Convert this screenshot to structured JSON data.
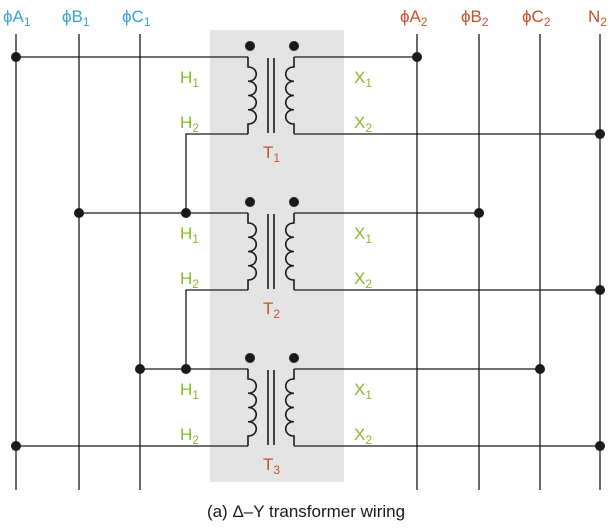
{
  "colors": {
    "primary_phase": "#3ba3cf",
    "secondary_phase": "#c8522a",
    "winding_label": "#8cb82a",
    "shading": "#e4e4e4",
    "ink": "#1a1a1a"
  },
  "primary_bus": [
    {
      "label": "ϕA",
      "sub": "1"
    },
    {
      "label": "ϕB",
      "sub": "1"
    },
    {
      "label": "ϕC",
      "sub": "1"
    }
  ],
  "secondary_bus": [
    {
      "label": "ϕA",
      "sub": "2"
    },
    {
      "label": "ϕB",
      "sub": "2"
    },
    {
      "label": "ϕC",
      "sub": "2"
    },
    {
      "label": "N",
      "sub": "2"
    }
  ],
  "transformers": [
    {
      "name": "T",
      "sub": "1",
      "h1": "H",
      "h1_sub": "1",
      "h2": "H",
      "h2_sub": "2",
      "x1": "X",
      "x1_sub": "1",
      "x2": "X",
      "x2_sub": "2"
    },
    {
      "name": "T",
      "sub": "2",
      "h1": "H",
      "h1_sub": "1",
      "h2": "H",
      "h2_sub": "2",
      "x1": "X",
      "x1_sub": "1",
      "x2": "X",
      "x2_sub": "2"
    },
    {
      "name": "T",
      "sub": "3",
      "h1": "H",
      "h1_sub": "1",
      "h2": "H",
      "h2_sub": "2",
      "x1": "X",
      "x1_sub": "1",
      "x2": "X",
      "x2_sub": "2"
    }
  ],
  "caption": "(a) Δ–Y transformer wiring"
}
